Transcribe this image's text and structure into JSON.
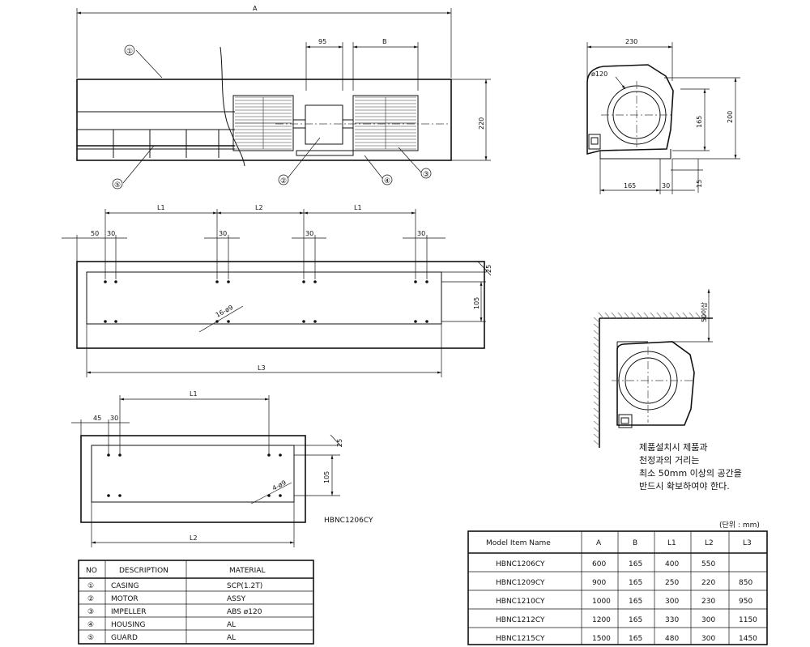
{
  "dimensions": {
    "front": {
      "a": "A",
      "b": "B",
      "motor_width": "95",
      "height": "220"
    },
    "side": {
      "width": "230",
      "height": "200",
      "fan_height": "165",
      "bottom_165": "165",
      "bottom_30": "30",
      "bottom_15": "15",
      "fan_dia": "ø120"
    },
    "mount1": {
      "l1_left": "L1",
      "l2": "L2",
      "l1_right": "L1",
      "d50": "50",
      "d30": [
        "30",
        "30",
        "30",
        "30"
      ],
      "d25": "25",
      "d105": "105",
      "holes": "16-ø9",
      "l3": "L3"
    },
    "mount2": {
      "l1": "L1",
      "d45": "45",
      "d30": "30",
      "d25": "25",
      "d105": "105",
      "holes": "4-ø9",
      "l2": "L2",
      "model_label": "HBNC1206CY"
    },
    "install": {
      "clearance": "50이상"
    }
  },
  "part_callouts": [
    "①",
    "②",
    "③",
    "④",
    "⑤"
  ],
  "install_note": [
    "제품설치시 제품과",
    "천정과의 거리는",
    "최소 50mm 이상의 공간을",
    "반드시 확보하여야 한다."
  ],
  "parts_table": {
    "headers": [
      "NO",
      "DESCRIPTION",
      "MATERIAL"
    ],
    "rows": [
      {
        "no": "①",
        "desc": "CASING",
        "mat": "SCP(1.2T)"
      },
      {
        "no": "②",
        "desc": "MOTOR",
        "mat": "ASSY"
      },
      {
        "no": "③",
        "desc": "IMPELLER",
        "mat": "ABS ø120"
      },
      {
        "no": "④",
        "desc": "HOUSING",
        "mat": "AL"
      },
      {
        "no": "⑤",
        "desc": "GUARD",
        "mat": "AL"
      }
    ]
  },
  "model_table": {
    "unit": "(단위 : mm)",
    "headers": [
      "Model Item Name",
      "A",
      "B",
      "L1",
      "L2",
      "L3"
    ],
    "rows": [
      {
        "model": "HBNC1206CY",
        "a": "600",
        "b": "165",
        "l1": "400",
        "l2": "550",
        "l3": ""
      },
      {
        "model": "HBNC1209CY",
        "a": "900",
        "b": "165",
        "l1": "250",
        "l2": "220",
        "l3": "850"
      },
      {
        "model": "HBNC1210CY",
        "a": "1000",
        "b": "165",
        "l1": "300",
        "l2": "230",
        "l3": "950"
      },
      {
        "model": "HBNC1212CY",
        "a": "1200",
        "b": "165",
        "l1": "330",
        "l2": "300",
        "l3": "1150"
      },
      {
        "model": "HBNC1215CY",
        "a": "1500",
        "b": "165",
        "l1": "480",
        "l2": "300",
        "l3": "1450"
      }
    ]
  }
}
